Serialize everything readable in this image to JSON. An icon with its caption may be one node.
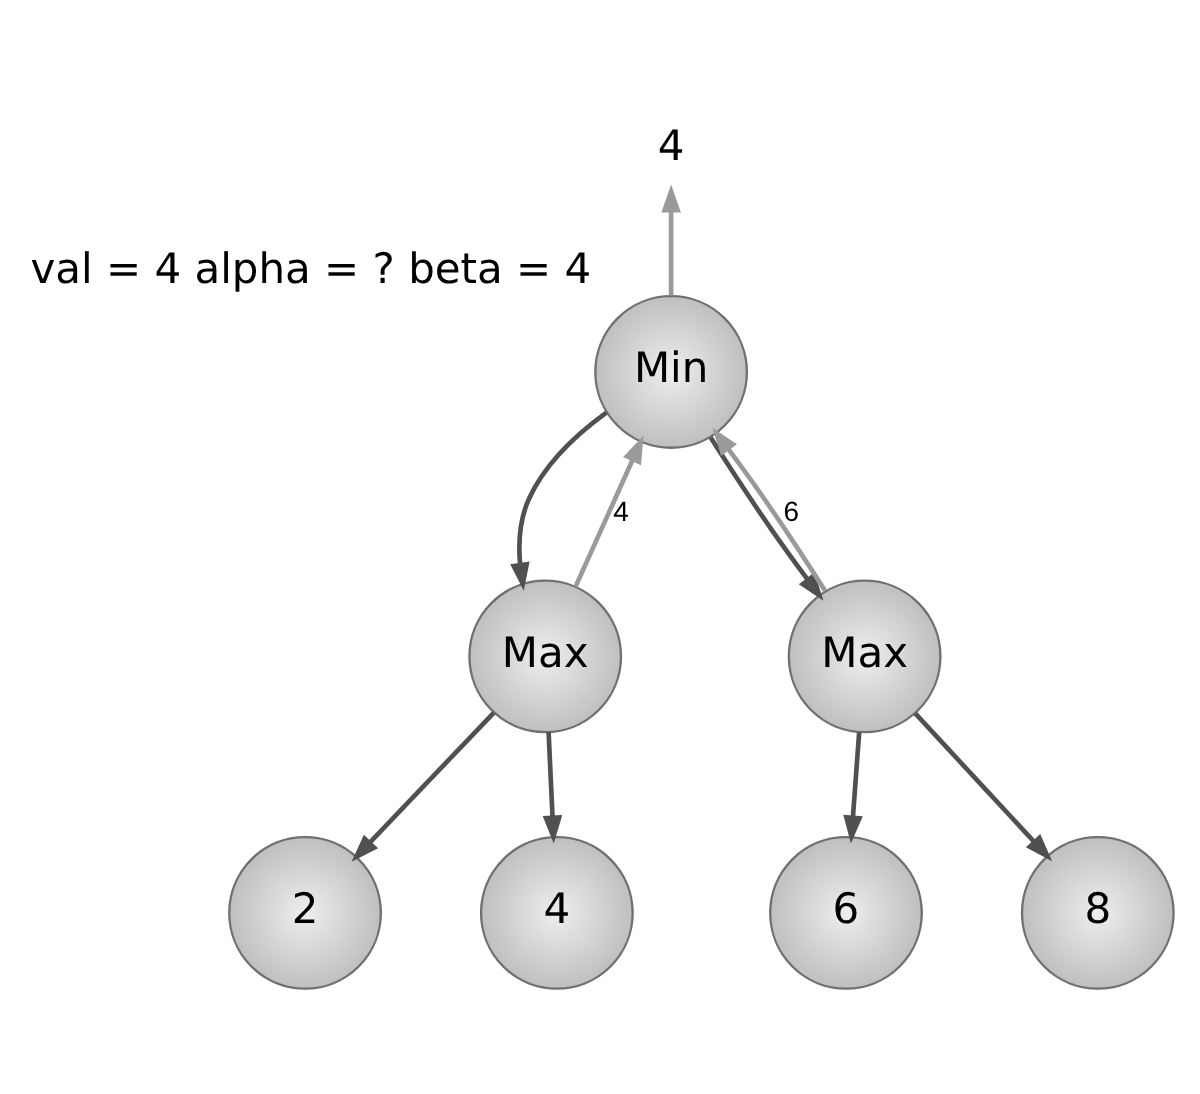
{
  "diagram": {
    "nodes": [
      {
        "text": [
          "4"
        ]
      },
      {
        "text": [
          "Min"
        ],
        "beside": [
          "val = 4 alpha = ? beta = 4"
        ]
      },
      {
        "text": [
          "Max"
        ]
      },
      {
        "text": [
          "Max"
        ]
      },
      {
        "text": [
          "2"
        ]
      },
      {
        "text": [
          "4"
        ]
      },
      {
        "text": [
          "6"
        ]
      },
      {
        "text": [
          "8"
        ]
      }
    ],
    "edges": [
      {
        "from": 1,
        "to": 0,
        "arrow": "to",
        "color": "#9a9a9a"
      },
      {
        "from": 1,
        "to": 2,
        "arrow": "to"
      },
      {
        "from": 2,
        "to": 1,
        "arrow": "to",
        "label": "4",
        "color": "#9a9a9a"
      },
      {
        "from": 1,
        "to": 3,
        "arrow": "to"
      },
      {
        "from": 3,
        "to": 1,
        "arrow": "to",
        "label": "6",
        "color": "#9a9a9a"
      },
      {
        "from": 2,
        "to": 4,
        "arrow": "to"
      },
      {
        "from": 2,
        "to": 5,
        "arrow": "to"
      },
      {
        "from": 3,
        "to": 6,
        "arrow": "to"
      },
      {
        "from": 3,
        "to": 7,
        "arrow": "to"
      }
    ]
  }
}
